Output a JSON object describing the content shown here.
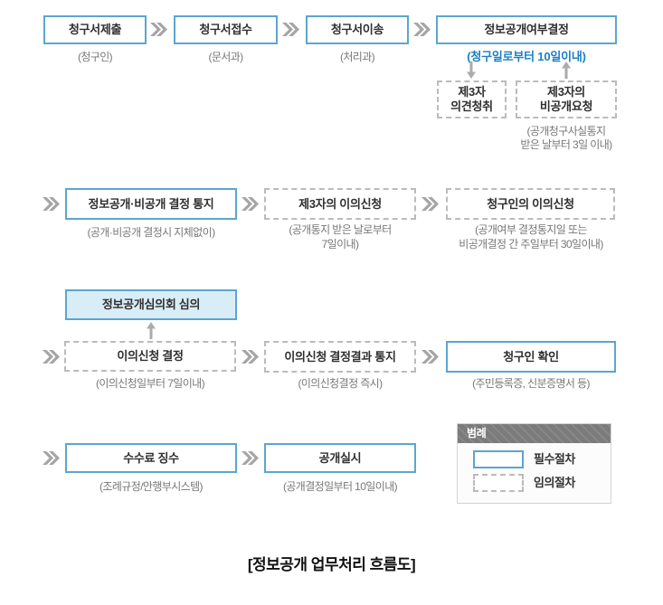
{
  "title": "[정보공개 업무처리 흐름도]",
  "colors": {
    "required_border": "#5BA6CF",
    "committee_fill": "#D9EDF7",
    "optional_border": "#BBBBBB",
    "highlight_caption": "#1B7EC5",
    "chevron": "#A5A5A5",
    "caption_text": "#777777",
    "legend_header_bg": "#7B7B7B"
  },
  "nodes": {
    "submit": {
      "label": "청구서제출",
      "caption": "(청구인)"
    },
    "receive": {
      "label": "청구서접수",
      "caption": "(문서과)"
    },
    "transfer": {
      "label": "청구서이송",
      "caption": "(처리과)"
    },
    "decision": {
      "label": "정보공개여부결정",
      "caption": "(청구일로부터 10일이내)"
    },
    "third_party_opinion": {
      "line1": "제3자",
      "line2": "의견청취"
    },
    "third_party_nondisclosure": {
      "line1": "제3자의",
      "line2": "비공개요청",
      "caption_line1": "(공개청구사실통지",
      "caption_line2": "받은 날부터 3일 이내)"
    },
    "notice": {
      "label": "정보공개·비공개 결정 통지",
      "caption": "(공개·비공개 결정시 지체없이)"
    },
    "third_party_objection": {
      "label": "제3자의 이의신청",
      "caption_line1": "(공개통지 받은 날로부터",
      "caption_line2": "7일이내)"
    },
    "requester_objection": {
      "label": "청구인의 이의신청",
      "caption_line1": "(공개여부 결정통지일 또는",
      "caption_line2": "비공개결정 간 주일부터 30일이내)"
    },
    "committee": {
      "label": "정보공개심의회 심의"
    },
    "objection_decision": {
      "label": "이의신청 결정",
      "caption": "(이의신청일부터 7일이내)"
    },
    "objection_result": {
      "label": "이의신청 결정결과 통지",
      "caption": "(이의신청결정 즉시)"
    },
    "verify": {
      "label": "청구인 확인",
      "caption": "(주민등록증, 신분증명서 등)"
    },
    "fee": {
      "label": "수수료 징수",
      "caption": "(조례규정/안행부시스템)"
    },
    "execute": {
      "label": "공개실시",
      "caption": "(공개결정일부터 10일이내)"
    }
  },
  "legend": {
    "header": "범례",
    "required": "필수절차",
    "optional": "임의절차"
  }
}
